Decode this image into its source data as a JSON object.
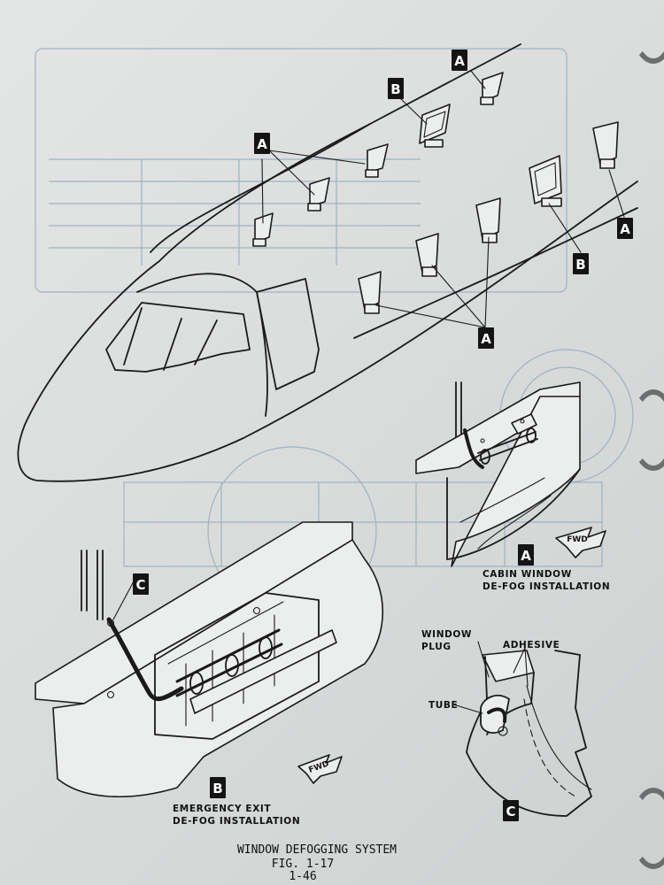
{
  "callout_letters": {
    "a": "A",
    "b": "B",
    "c": "C"
  },
  "views": {
    "cabin": {
      "line1": "CABIN WINDOW",
      "line2": "DE-FOG INSTALLATION",
      "fwd": "FWD"
    },
    "emergency": {
      "line1": "EMERGENCY EXIT",
      "line2": "DE-FOG INSTALLATION",
      "fwd": "FWD"
    },
    "detail": {
      "window_plug_line1": "WINDOW",
      "window_plug_line2": "PLUG",
      "adhesive": "ADHESIVE",
      "tube": "TUBE"
    }
  },
  "caption": {
    "title": "WINDOW DEFOGGING SYSTEM",
    "figure": "FIG. 1-17",
    "page_number": "1-46"
  },
  "colors": {
    "ink": "#1a1a1a",
    "paper": "#e4e6e5",
    "ghost": "#a3b5bf"
  }
}
